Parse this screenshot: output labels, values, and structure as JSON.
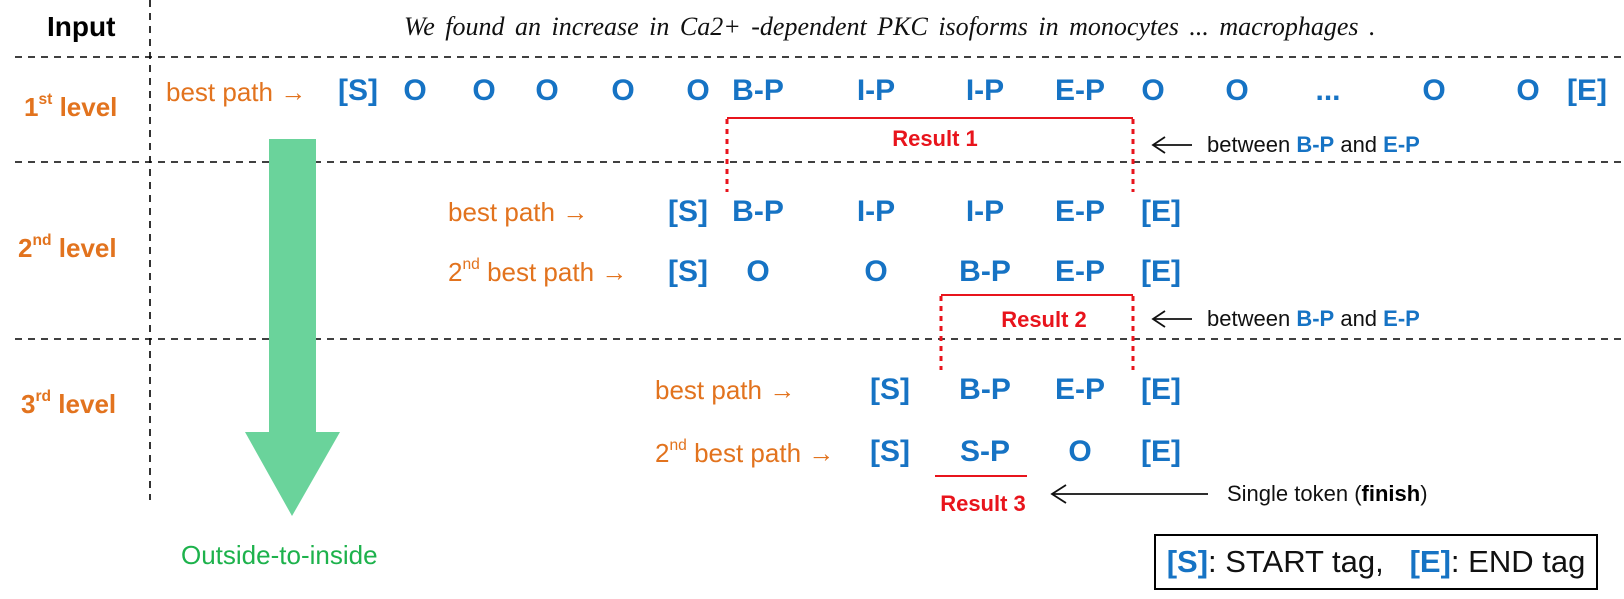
{
  "input": {
    "label": "Input",
    "sentence": "We found an increase in Ca2+ -dependent PKC isoforms in monocytes ... macrophages ."
  },
  "levels": [
    {
      "num": "1",
      "suffix": "st",
      "word": "level"
    },
    {
      "num": "2",
      "suffix": "nd",
      "word": "level"
    },
    {
      "num": "3",
      "suffix": "rd",
      "word": "level"
    }
  ],
  "labels": {
    "best_path": "best path →",
    "second_best_prefix_num": "2",
    "second_best_suffix": "nd",
    "second_best_rest": "best path →"
  },
  "rows": {
    "level1_best": [
      "[S]",
      "O",
      "O",
      "O",
      "O",
      "O",
      "B-P",
      "I-P",
      "I-P",
      "E-P",
      "O",
      "O",
      "...",
      "O",
      "O",
      "[E]"
    ],
    "level2_best": [
      "[S]",
      "B-P",
      "I-P",
      "I-P",
      "E-P",
      "[E]"
    ],
    "level2_second": [
      "[S]",
      "O",
      "O",
      "B-P",
      "E-P",
      "[E]"
    ],
    "level3_best": [
      "[S]",
      "B-P",
      "E-P",
      "[E]"
    ],
    "level3_second": [
      "[S]",
      "S-P",
      "O",
      "[E]"
    ]
  },
  "results": [
    "Result 1",
    "Result 2",
    "Result 3"
  ],
  "annotations": {
    "between_prefix": "between",
    "between_and": "and",
    "between_b": "B-P",
    "between_e": "E-P",
    "single_prefix": "Single token (",
    "single_key": "finish",
    "single_suffix": ")"
  },
  "arrow_label": "Outside-to-inside",
  "legend": {
    "s_tag": "[S]",
    "s_text": ": START tag,   ",
    "e_tag": "[E]",
    "e_text": ": END tag"
  },
  "colors": {
    "tag_blue": "#1673C4",
    "label_orange": "#E2731E",
    "result_red": "#E8141C",
    "arrow_green": "#6AD39B",
    "arrow_label_green": "#1DB24C"
  }
}
